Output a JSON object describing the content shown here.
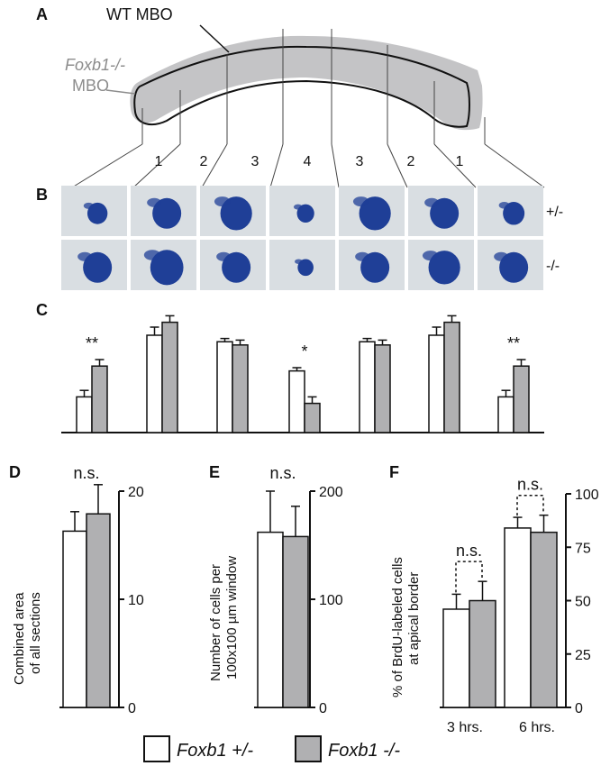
{
  "panels": {
    "a": "A",
    "b": "B",
    "c": "C",
    "d": "D",
    "e": "E",
    "f": "F"
  },
  "panel_a": {
    "wt_label": "WT MBO",
    "ko_label_line1": "Foxb1-/-",
    "ko_label_line2": "MBO",
    "section_numbers": [
      "1",
      "2",
      "3",
      "4",
      "3",
      "2",
      "1"
    ]
  },
  "panel_b": {
    "row_labels": [
      "+/-",
      "-/-"
    ]
  },
  "legend": {
    "het": "Foxb1 +/-",
    "ko": "Foxb1 -/-"
  },
  "colors": {
    "het_fill": "#ffffff",
    "ko_fill": "#b0b0b2",
    "ko_shape": "#c4c4c6",
    "stain": "#1f3f97",
    "photo_bg": "#d9dee2"
  },
  "chart_data": [
    {
      "id": "C",
      "type": "bar",
      "categories": [
        "1",
        "2",
        "3",
        "4",
        "3",
        "2",
        "1"
      ],
      "series": [
        {
          "name": "Foxb1 +/-",
          "values": [
            0.22,
            0.6,
            0.56,
            0.38,
            0.56,
            0.6,
            0.22
          ],
          "errors": [
            0.04,
            0.05,
            0.02,
            0.02,
            0.02,
            0.05,
            0.04
          ]
        },
        {
          "name": "Foxb1 -/-",
          "values": [
            0.41,
            0.68,
            0.54,
            0.18,
            0.54,
            0.68,
            0.41
          ],
          "errors": [
            0.04,
            0.04,
            0.03,
            0.04,
            0.03,
            0.04,
            0.04
          ]
        }
      ],
      "annotations": [
        "**",
        "",
        "",
        "*",
        "",
        "",
        "**"
      ],
      "ylim": [
        0,
        1
      ]
    },
    {
      "id": "D",
      "type": "bar",
      "ylabel_line1": "Combined area",
      "ylabel_line2": "of all sections",
      "yticks": [
        0,
        10,
        20
      ],
      "ylim": [
        0,
        20
      ],
      "series": [
        {
          "name": "Foxb1 +/-",
          "values": [
            16.3
          ],
          "errors": [
            1.8
          ]
        },
        {
          "name": "Foxb1 -/-",
          "values": [
            17.9
          ],
          "errors": [
            2.7
          ]
        }
      ],
      "annotation": "n.s."
    },
    {
      "id": "E",
      "type": "bar",
      "ylabel_line1": "Number of cells per",
      "ylabel_line2": "100x100 µm window",
      "yticks": [
        0,
        100,
        200
      ],
      "ylim": [
        0,
        200
      ],
      "series": [
        {
          "name": "Foxb1 +/-",
          "values": [
            162
          ],
          "errors": [
            38
          ]
        },
        {
          "name": "Foxb1 -/-",
          "values": [
            158
          ],
          "errors": [
            28
          ]
        }
      ],
      "annotation": "n.s."
    },
    {
      "id": "F",
      "type": "bar",
      "ylabel_line1": "% of BrdU-labeled cells",
      "ylabel_line2": "at apical border",
      "categories": [
        "3 hrs.",
        "6 hrs."
      ],
      "yticks": [
        0,
        25,
        50,
        75,
        100
      ],
      "ylim": [
        0,
        100
      ],
      "series": [
        {
          "name": "Foxb1 +/-",
          "values": [
            46,
            84
          ],
          "errors": [
            7,
            5
          ]
        },
        {
          "name": "Foxb1 -/-",
          "values": [
            50,
            82
          ],
          "errors": [
            9,
            8
          ]
        }
      ],
      "annotations": [
        "n.s.",
        "n.s."
      ]
    }
  ]
}
